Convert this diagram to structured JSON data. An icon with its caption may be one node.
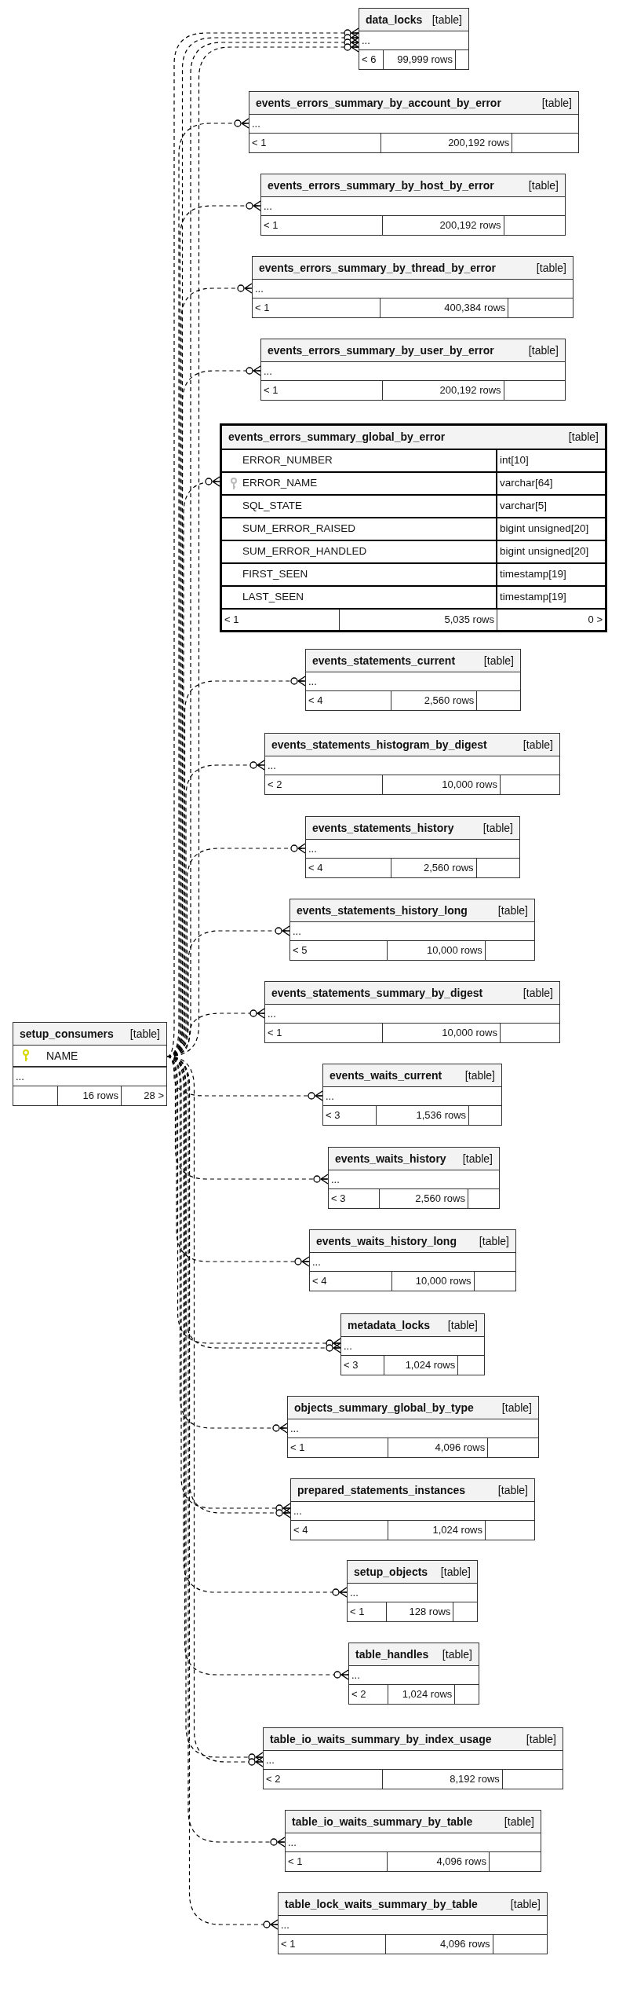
{
  "diagram": {
    "nodes": [
      {
        "text": [
          "setup_consumers",
          "[table]",
          "NAME",
          "...",
          "16 rows",
          "28 >"
        ]
      },
      {
        "text": [
          "data_locks",
          "[table]",
          "...",
          "< 6",
          "99,999 rows"
        ]
      },
      {
        "text": [
          "events_errors_summary_by_account_by_error",
          "[table]",
          "...",
          "< 1",
          "200,192 rows"
        ]
      },
      {
        "text": [
          "events_errors_summary_by_host_by_error",
          "[table]",
          "...",
          "< 1",
          "200,192 rows"
        ]
      },
      {
        "text": [
          "events_errors_summary_by_thread_by_error",
          "[table]",
          "...",
          "< 1",
          "400,384 rows"
        ]
      },
      {
        "text": [
          "events_errors_summary_by_user_by_error",
          "[table]",
          "...",
          "< 1",
          "200,192 rows"
        ]
      },
      {
        "text": [
          "events_errors_summary_global_by_error",
          "[table]",
          "ERROR_NUMBER",
          "int[10]",
          "ERROR_NAME",
          "varchar[64]",
          "SQL_STATE",
          "varchar[5]",
          "SUM_ERROR_RAISED",
          "bigint unsigned[20]",
          "SUM_ERROR_HANDLED",
          "bigint unsigned[20]",
          "FIRST_SEEN",
          "timestamp[19]",
          "LAST_SEEN",
          "timestamp[19]",
          "< 1",
          "5,035 rows",
          "0 >"
        ]
      },
      {
        "text": [
          "events_statements_current",
          "[table]",
          "...",
          "< 4",
          "2,560 rows"
        ]
      },
      {
        "text": [
          "events_statements_histogram_by_digest",
          "[table]",
          "...",
          "< 2",
          "10,000 rows"
        ]
      },
      {
        "text": [
          "events_statements_history",
          "[table]",
          "...",
          "< 4",
          "2,560 rows"
        ]
      },
      {
        "text": [
          "events_statements_history_long",
          "[table]",
          "...",
          "< 5",
          "10,000 rows"
        ]
      },
      {
        "text": [
          "events_statements_summary_by_digest",
          "[table]",
          "...",
          "< 1",
          "10,000 rows"
        ]
      },
      {
        "text": [
          "events_waits_current",
          "[table]",
          "...",
          "< 3",
          "1,536 rows"
        ]
      },
      {
        "text": [
          "events_waits_history",
          "[table]",
          "...",
          "< 3",
          "2,560 rows"
        ]
      },
      {
        "text": [
          "events_waits_history_long",
          "[table]",
          "...",
          "< 4",
          "10,000 rows"
        ]
      },
      {
        "text": [
          "metadata_locks",
          "[table]",
          "...",
          "< 3",
          "1,024 rows"
        ]
      },
      {
        "text": [
          "objects_summary_global_by_type",
          "[table]",
          "...",
          "< 1",
          "4,096 rows"
        ]
      },
      {
        "text": [
          "prepared_statements_instances",
          "[table]",
          "...",
          "< 4",
          "1,024 rows"
        ]
      },
      {
        "text": [
          "setup_objects",
          "[table]",
          "...",
          "< 1",
          "128 rows"
        ]
      },
      {
        "text": [
          "table_handles",
          "[table]",
          "...",
          "< 2",
          "1,024 rows"
        ]
      },
      {
        "text": [
          "table_io_waits_summary_by_index_usage",
          "[table]",
          "...",
          "< 2",
          "8,192 rows"
        ]
      },
      {
        "text": [
          "table_io_waits_summary_by_table",
          "[table]",
          "...",
          "< 1",
          "4,096 rows"
        ]
      },
      {
        "text": [
          "table_lock_waits_summary_by_table",
          "[table]",
          "...",
          "< 1",
          "4,096 rows"
        ]
      }
    ],
    "edges": [
      {
        "from": 0,
        "to": 1,
        "arrow": "other",
        "style": "dashed"
      },
      {
        "from": 0,
        "to": 1,
        "arrow": "other",
        "style": "dashed"
      },
      {
        "from": 0,
        "to": 1,
        "arrow": "other",
        "style": "dashed"
      },
      {
        "from": 0,
        "to": 1,
        "arrow": "other",
        "style": "dashed"
      },
      {
        "from": 0,
        "to": 2,
        "arrow": "other",
        "style": "dashed"
      },
      {
        "from": 0,
        "to": 3,
        "arrow": "other",
        "style": "dashed"
      },
      {
        "from": 0,
        "to": 4,
        "arrow": "other",
        "style": "dashed"
      },
      {
        "from": 0,
        "to": 5,
        "arrow": "other",
        "style": "dashed"
      },
      {
        "from": 0,
        "to": 6,
        "arrow": "other",
        "style": "dashed"
      },
      {
        "from": 0,
        "to": 7,
        "arrow": "other",
        "style": "dashed"
      },
      {
        "from": 0,
        "to": 8,
        "arrow": "other",
        "style": "dashed"
      },
      {
        "from": 0,
        "to": 9,
        "arrow": "other",
        "style": "dashed"
      },
      {
        "from": 0,
        "to": 10,
        "arrow": "other",
        "style": "dashed"
      },
      {
        "from": 0,
        "to": 11,
        "arrow": "other",
        "style": "dashed"
      },
      {
        "from": 0,
        "to": 12,
        "arrow": "other",
        "style": "dashed"
      },
      {
        "from": 0,
        "to": 13,
        "arrow": "other",
        "style": "dashed"
      },
      {
        "from": 0,
        "to": 14,
        "arrow": "other",
        "style": "dashed"
      },
      {
        "from": 0,
        "to": 15,
        "arrow": "other",
        "style": "dashed"
      },
      {
        "from": 0,
        "to": 15,
        "arrow": "other",
        "style": "dashed"
      },
      {
        "from": 0,
        "to": 16,
        "arrow": "other",
        "style": "dashed"
      },
      {
        "from": 0,
        "to": 17,
        "arrow": "other",
        "style": "dashed"
      },
      {
        "from": 0,
        "to": 17,
        "arrow": "other",
        "style": "dashed"
      },
      {
        "from": 0,
        "to": 18,
        "arrow": "other",
        "style": "dashed"
      },
      {
        "from": 0,
        "to": 19,
        "arrow": "other",
        "style": "dashed"
      },
      {
        "from": 0,
        "to": 20,
        "arrow": "other",
        "style": "dashed"
      },
      {
        "from": 0,
        "to": 20,
        "arrow": "other",
        "style": "dashed"
      },
      {
        "from": 0,
        "to": 21,
        "arrow": "other",
        "style": "dashed"
      },
      {
        "from": 0,
        "to": 22,
        "arrow": "other",
        "style": "dashed"
      }
    ]
  }
}
